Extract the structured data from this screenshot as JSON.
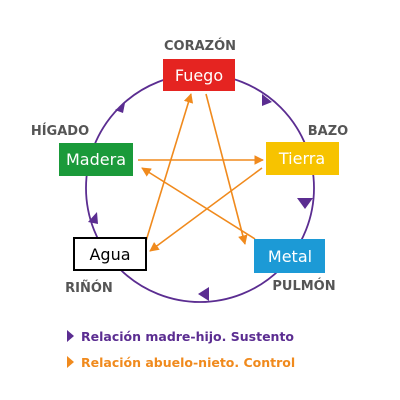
{
  "diagram": {
    "elements": [
      {
        "id": "fuego",
        "label": "Fuego",
        "organ": "CORAZÓN",
        "fill": "#e52421",
        "text_color": "#ffffff"
      },
      {
        "id": "tierra",
        "label": "Tierra",
        "organ": "BAZO",
        "fill": "#f7c300",
        "text_color": "#ffffff"
      },
      {
        "id": "metal",
        "label": "Metal",
        "organ": "PULMÓN",
        "fill": "#1c9ad6",
        "text_color": "#ffffff"
      },
      {
        "id": "agua",
        "label": "Agua",
        "organ": "RIÑÓN",
        "fill": "#ffffff",
        "text_color": "#000000"
      },
      {
        "id": "madera",
        "label": "Madera",
        "organ": "HÍGADO",
        "fill": "#1a9a3a",
        "text_color": "#ffffff"
      }
    ],
    "cycle_color": "#5b2d91",
    "control_color": "#f08a1d"
  },
  "legend": [
    {
      "label": "Relación madre-hijo. Sustento",
      "color": "#5b2d91"
    },
    {
      "label": "Relación abuelo-nieto. Control",
      "color": "#f08a1d"
    }
  ]
}
